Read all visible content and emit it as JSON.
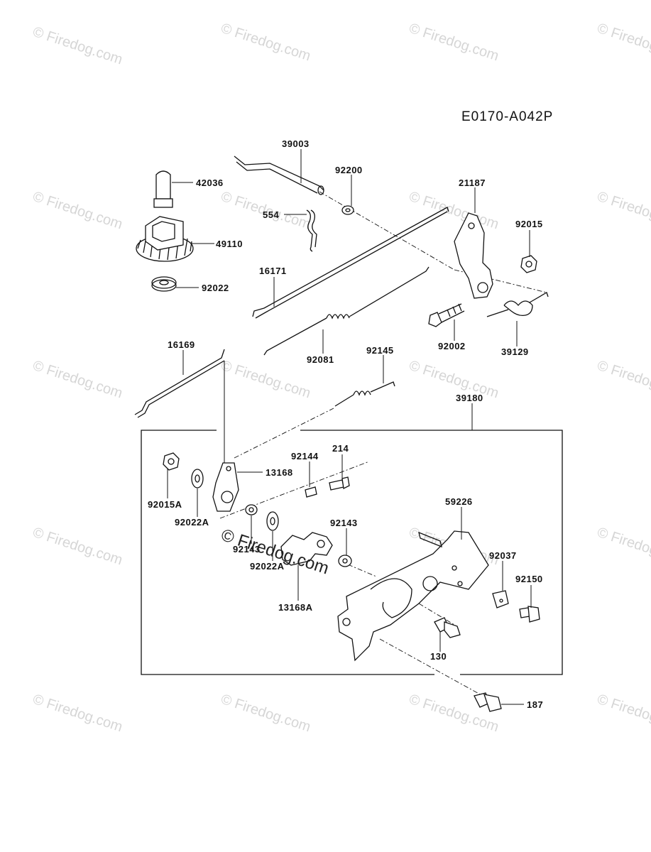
{
  "diagram_code": "E0170-A042P",
  "watermark": "© Firedog.com",
  "parts": [
    {
      "id": "p39003",
      "label": "39003"
    },
    {
      "id": "p42036",
      "label": "42036"
    },
    {
      "id": "p92200",
      "label": "92200"
    },
    {
      "id": "p21187",
      "label": "21187"
    },
    {
      "id": "p554",
      "label": "554"
    },
    {
      "id": "p49110",
      "label": "49110"
    },
    {
      "id": "p92015",
      "label": "92015"
    },
    {
      "id": "p16171",
      "label": "16171"
    },
    {
      "id": "p92022",
      "label": "92022"
    },
    {
      "id": "p92002",
      "label": "92002"
    },
    {
      "id": "p39129",
      "label": "39129"
    },
    {
      "id": "p92081",
      "label": "92081"
    },
    {
      "id": "p16169",
      "label": "16169"
    },
    {
      "id": "p92145",
      "label": "92145"
    },
    {
      "id": "p39180",
      "label": "39180"
    },
    {
      "id": "p92144",
      "label": "92144"
    },
    {
      "id": "p214",
      "label": "214"
    },
    {
      "id": "p13168",
      "label": "13168"
    },
    {
      "id": "p92015A",
      "label": "92015A"
    },
    {
      "id": "p92022A1",
      "label": "92022A"
    },
    {
      "id": "p59226",
      "label": "59226"
    },
    {
      "id": "p92143",
      "label": "92143"
    },
    {
      "id": "p92037",
      "label": "92037"
    },
    {
      "id": "p92150",
      "label": "92150"
    },
    {
      "id": "p92143b",
      "label": "92143"
    },
    {
      "id": "p92022A2",
      "label": "92022A"
    },
    {
      "id": "p13168A",
      "label": "13168A"
    },
    {
      "id": "p130",
      "label": "130"
    },
    {
      "id": "p187",
      "label": "187"
    }
  ]
}
